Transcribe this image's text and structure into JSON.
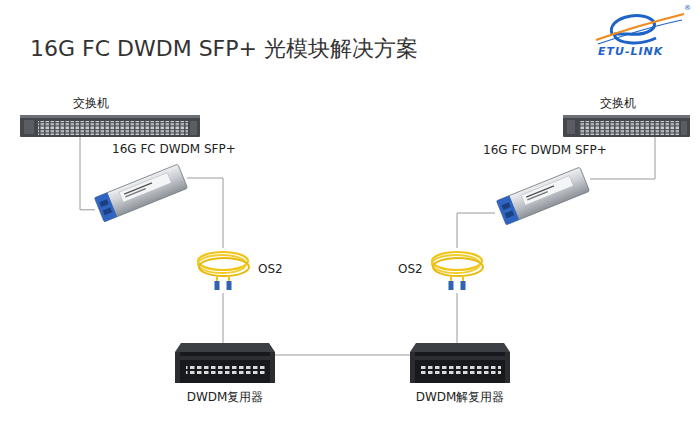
{
  "diagram": {
    "title": "16G FC DWDM SFP+ 光模块解决方案",
    "nodes": [
      {
        "text": [
          "交换机"
        ]
      },
      {
        "text": [
          "交换机"
        ]
      },
      {
        "text": [
          "16G FC DWDM SFP+"
        ]
      },
      {
        "text": [
          "16G FC DWDM SFP+"
        ]
      },
      {
        "text": [
          "OS2"
        ]
      },
      {
        "text": [
          "OS2"
        ]
      },
      {
        "text": [
          "DWDM复用器"
        ]
      },
      {
        "text": [
          "DWDM解复用器"
        ]
      }
    ],
    "edges": [
      {
        "from": 0,
        "to": 2,
        "arrow": "none"
      },
      {
        "from": 2,
        "to": 4,
        "arrow": "none"
      },
      {
        "from": 4,
        "to": 6,
        "arrow": "none"
      },
      {
        "from": 6,
        "to": 7,
        "arrow": "none"
      },
      {
        "from": 1,
        "to": 3,
        "arrow": "none"
      },
      {
        "from": 3,
        "to": 5,
        "arrow": "none"
      },
      {
        "from": 5,
        "to": 7,
        "arrow": "none"
      }
    ],
    "labels": [
      "ETU-LINK",
      "®"
    ]
  }
}
